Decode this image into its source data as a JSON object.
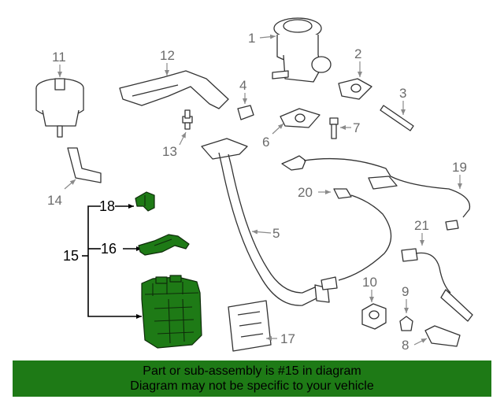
{
  "callouts": {
    "c1": "1",
    "c2": "2",
    "c3": "3",
    "c4": "4",
    "c5": "5",
    "c6": "6",
    "c7": "7",
    "c8": "8",
    "c9": "9",
    "c10": "10",
    "c11": "11",
    "c12": "12",
    "c13": "13",
    "c14": "14",
    "c15": "15",
    "c16": "16",
    "c17": "17",
    "c18": "18",
    "c19": "19",
    "c20": "20",
    "c21": "21"
  },
  "highlight_color": "#1e7a16",
  "banner": {
    "line1": "Part or sub-assembly is #15 in diagram",
    "line2": "Diagram may not be specific to your vehicle"
  }
}
